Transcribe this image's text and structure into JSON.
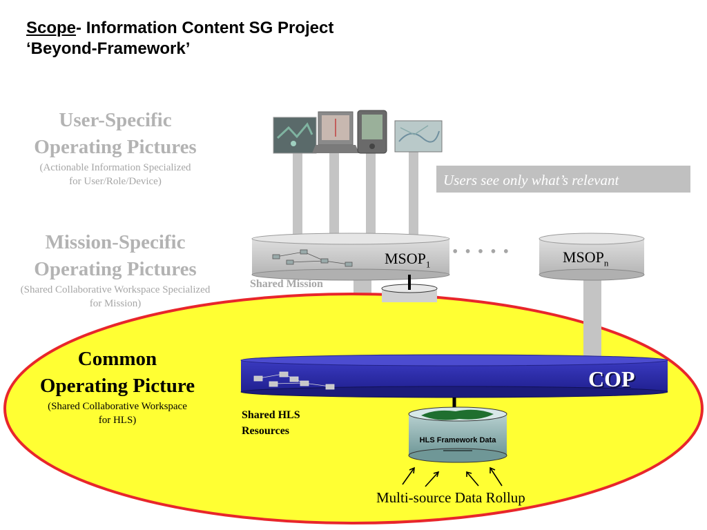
{
  "slide": {
    "title_underlined": "Scope",
    "title_rest": "- Information Content SG Project",
    "title_line2": "‘Beyond-Framework’"
  },
  "levels": {
    "user": {
      "heading_line1": "User-Specific",
      "heading_line2": "Operating Pictures",
      "sub_line1": "(Actionable Information Specialized",
      "sub_line2": "for User/Role/Device)"
    },
    "mission": {
      "heading_line1": "Mission-Specific",
      "heading_line2": "Operating Pictures",
      "sub_line1": "(Shared Collaborative Workspace Specialized",
      "sub_line2": "for Mission)"
    },
    "cop": {
      "heading_line1": "Common",
      "heading_line2": "Operating Picture",
      "sub_line1": "(Shared Collaborative Workspace",
      "sub_line2": "for HLS)"
    }
  },
  "callout": {
    "text": "Users see only what’s relevant"
  },
  "disks": {
    "msop1_base": "MSOP",
    "msop1_sub": "1",
    "msopn_base": "MSOP",
    "msopn_sub": "n",
    "ellipsis": "• • • • •",
    "cop_label": "COP"
  },
  "labels": {
    "shared_mission": "Shared Mission",
    "shared_hls_line1": "Shared HLS",
    "shared_hls_line2": "Resources",
    "hls_db": "HLS Framework Data",
    "rollup": "Multi-source Data Rollup"
  },
  "colors": {
    "ellipse_fill": "#ffff33",
    "ellipse_stroke": "#e8262b",
    "cop_fill": "#2b2ba8",
    "gray_disk": "#c8c8c8",
    "connector": "#c4c4c4",
    "db_fill": "#8fb3b3"
  }
}
